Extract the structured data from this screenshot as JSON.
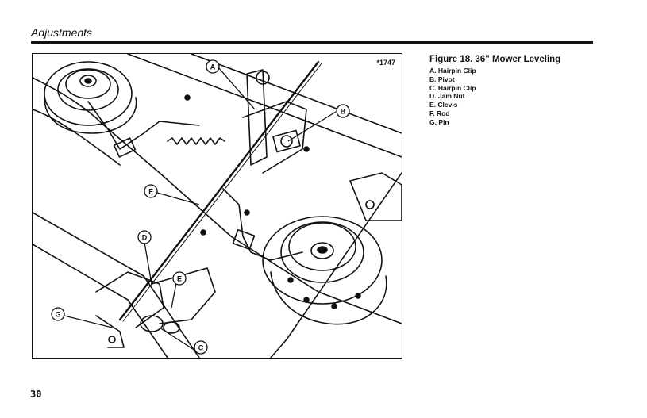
{
  "header": {
    "section_title": "Adjustments"
  },
  "figure": {
    "id_label": "*1747",
    "caption_title": "Figure 18. 36\" Mower Leveling",
    "legend": [
      "A. Hairpin Clip",
      "B. Pivot",
      "C. Hairpin Clip",
      "D. Jam Nut",
      "E. Clevis",
      "F. Rod",
      "G. Pin"
    ],
    "callouts": [
      "A",
      "B",
      "C",
      "D",
      "E",
      "F",
      "G"
    ]
  },
  "footer": {
    "page_number": "30"
  }
}
